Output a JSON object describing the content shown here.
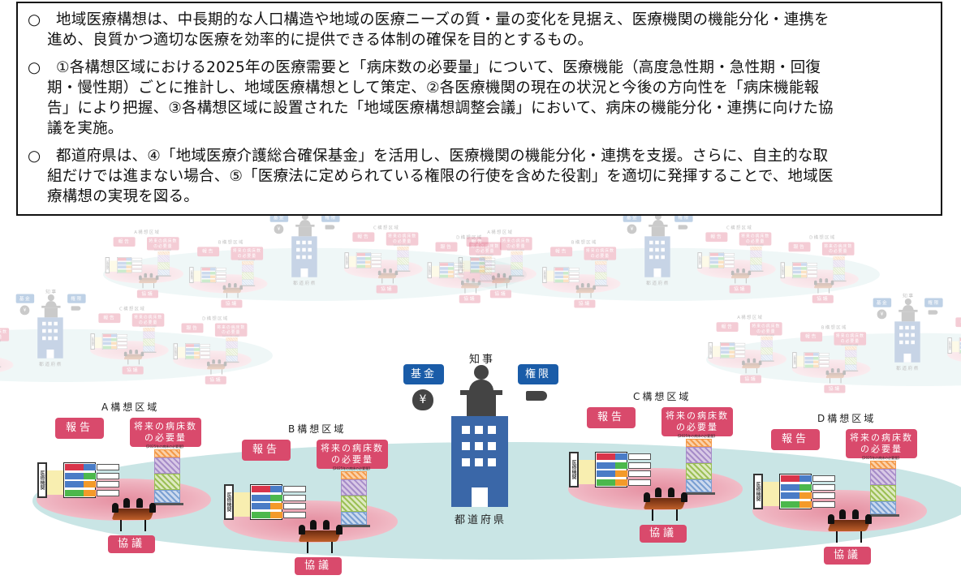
{
  "summary": {
    "paragraphs": [
      {
        "lines": [
          "○　地域医療構想は、中長期的な人口構造や地域の医療ニーズの質・量の変化を見据え、医療機関の機能分化・連携を",
          "進め、良質かつ適切な医療を効率的に提供できる体制の確保を目的とするもの。"
        ]
      },
      {
        "lines": [
          "○　①各構想区域における2025年の医療需要と「病床数の必要量」について、医療機能（高度急性期・急性期・回復",
          "期・慢性期）ごとに推計し、地域医療構想として策定、②各医療機関の現在の状況と今後の方向性を「病床機能報",
          "告」により把握、③各構想区域に設置された「地域医療構想調整会議」において、病床の機能分化・連携に向けた協",
          "議を実施。"
        ]
      },
      {
        "lines": [
          "○　都道府県は、④「地域医療介護総合確保基金」を活用し、医療機関の機能分化・連携を支援。さらに、自主的な取",
          "組だけでは進まない場合、⑤「医療法に定められている権限の行使を含めた役割」を適切に発揮することで、地域医",
          "療構想の実現を図る。"
        ]
      }
    ]
  },
  "prefecture": {
    "governor": "知事",
    "fund": "基金",
    "authority": "権限",
    "building": "都道府県",
    "yen": "¥"
  },
  "district_labels": {
    "report": "報告",
    "future_need": "将来の病床数の必要量",
    "consult": "協議",
    "chart_title": "【2025年の病床の必要量】",
    "institution": "医療機関"
  },
  "districts": [
    {
      "name": "A構想区域"
    },
    {
      "name": "B構想区域"
    },
    {
      "name": "C構想区域"
    },
    {
      "name": "D構想区域"
    }
  ],
  "colors": {
    "pink": "#d94a6c",
    "blue": "#1a5ca8",
    "building": "#3a67a8",
    "teal": "#c9e5e5"
  }
}
